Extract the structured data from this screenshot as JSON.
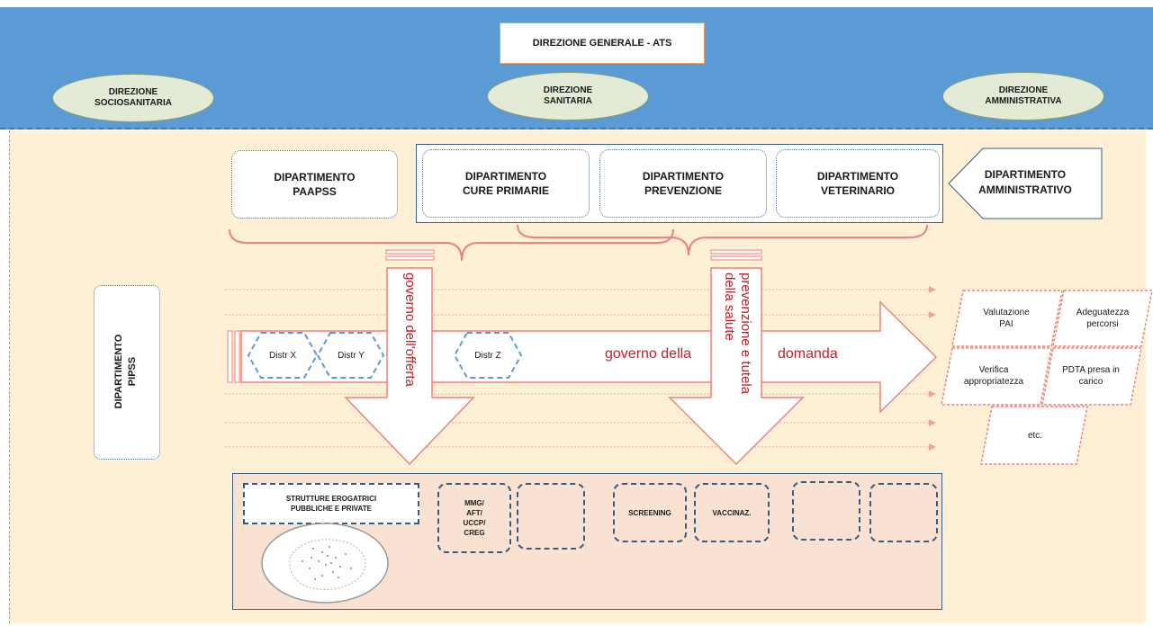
{
  "header": {
    "top_box": "DIREZIONE GENERALE  -  ATS",
    "dir_sociosanitaria": "DIREZIONE\nSOCIOSANITARIA",
    "dir_sanitaria": "DIREZIONE\nSANITARIA",
    "dir_amministrativa": "DIREZIONE\nAMMINISTRATIVA"
  },
  "departments": {
    "paapss": "DIPARTIMENTO\nPAAPSS",
    "cure_primarie": "DIPARTIMENTO\nCURE PRIMARIE",
    "prevenzione": "DIPARTIMENTO\nPREVENZIONE",
    "veterinario": "DIPARTIMENTO\nVETERINARIO",
    "amministrativo": "DIPARTIMENTO\nAMMINISTRATIVO",
    "pipss": "DIPARTIMENTO\nPIPSS"
  },
  "districts": [
    "Distr X",
    "Distr Y",
    "Distr Z"
  ],
  "flows": {
    "governo_offerta": "governo dell'offerta",
    "prevenzione_tutela": "prevenzione e tutela\ndella salute",
    "governo_domanda_1": "governo della",
    "governo_domanda_2": "domanda"
  },
  "outcomes": {
    "valutazione_pai": "Valutazione\nPAI",
    "adeguatezza": "Adeguatezza\npercorsi",
    "verifica": "Verifica\nappropriatezza",
    "pdta": "PDTA presa in\ncarico",
    "etc": "etc."
  },
  "bottom": {
    "strutture": "STRUTTURE EROGATRICI\nPUBBLICHE  E PRIVATE",
    "mmg": "MMG/\nAFT/\nUCCP/\nCREG",
    "screening": "SCREENING",
    "vaccinaz": "VACCINAZ."
  },
  "colors": {
    "header_band": "#5b9bd5",
    "main_bg": "#fdf0d5",
    "arrow_stroke": "#f08080",
    "flow_text": "#c0202a",
    "dashed_box": "#3a5b82"
  }
}
